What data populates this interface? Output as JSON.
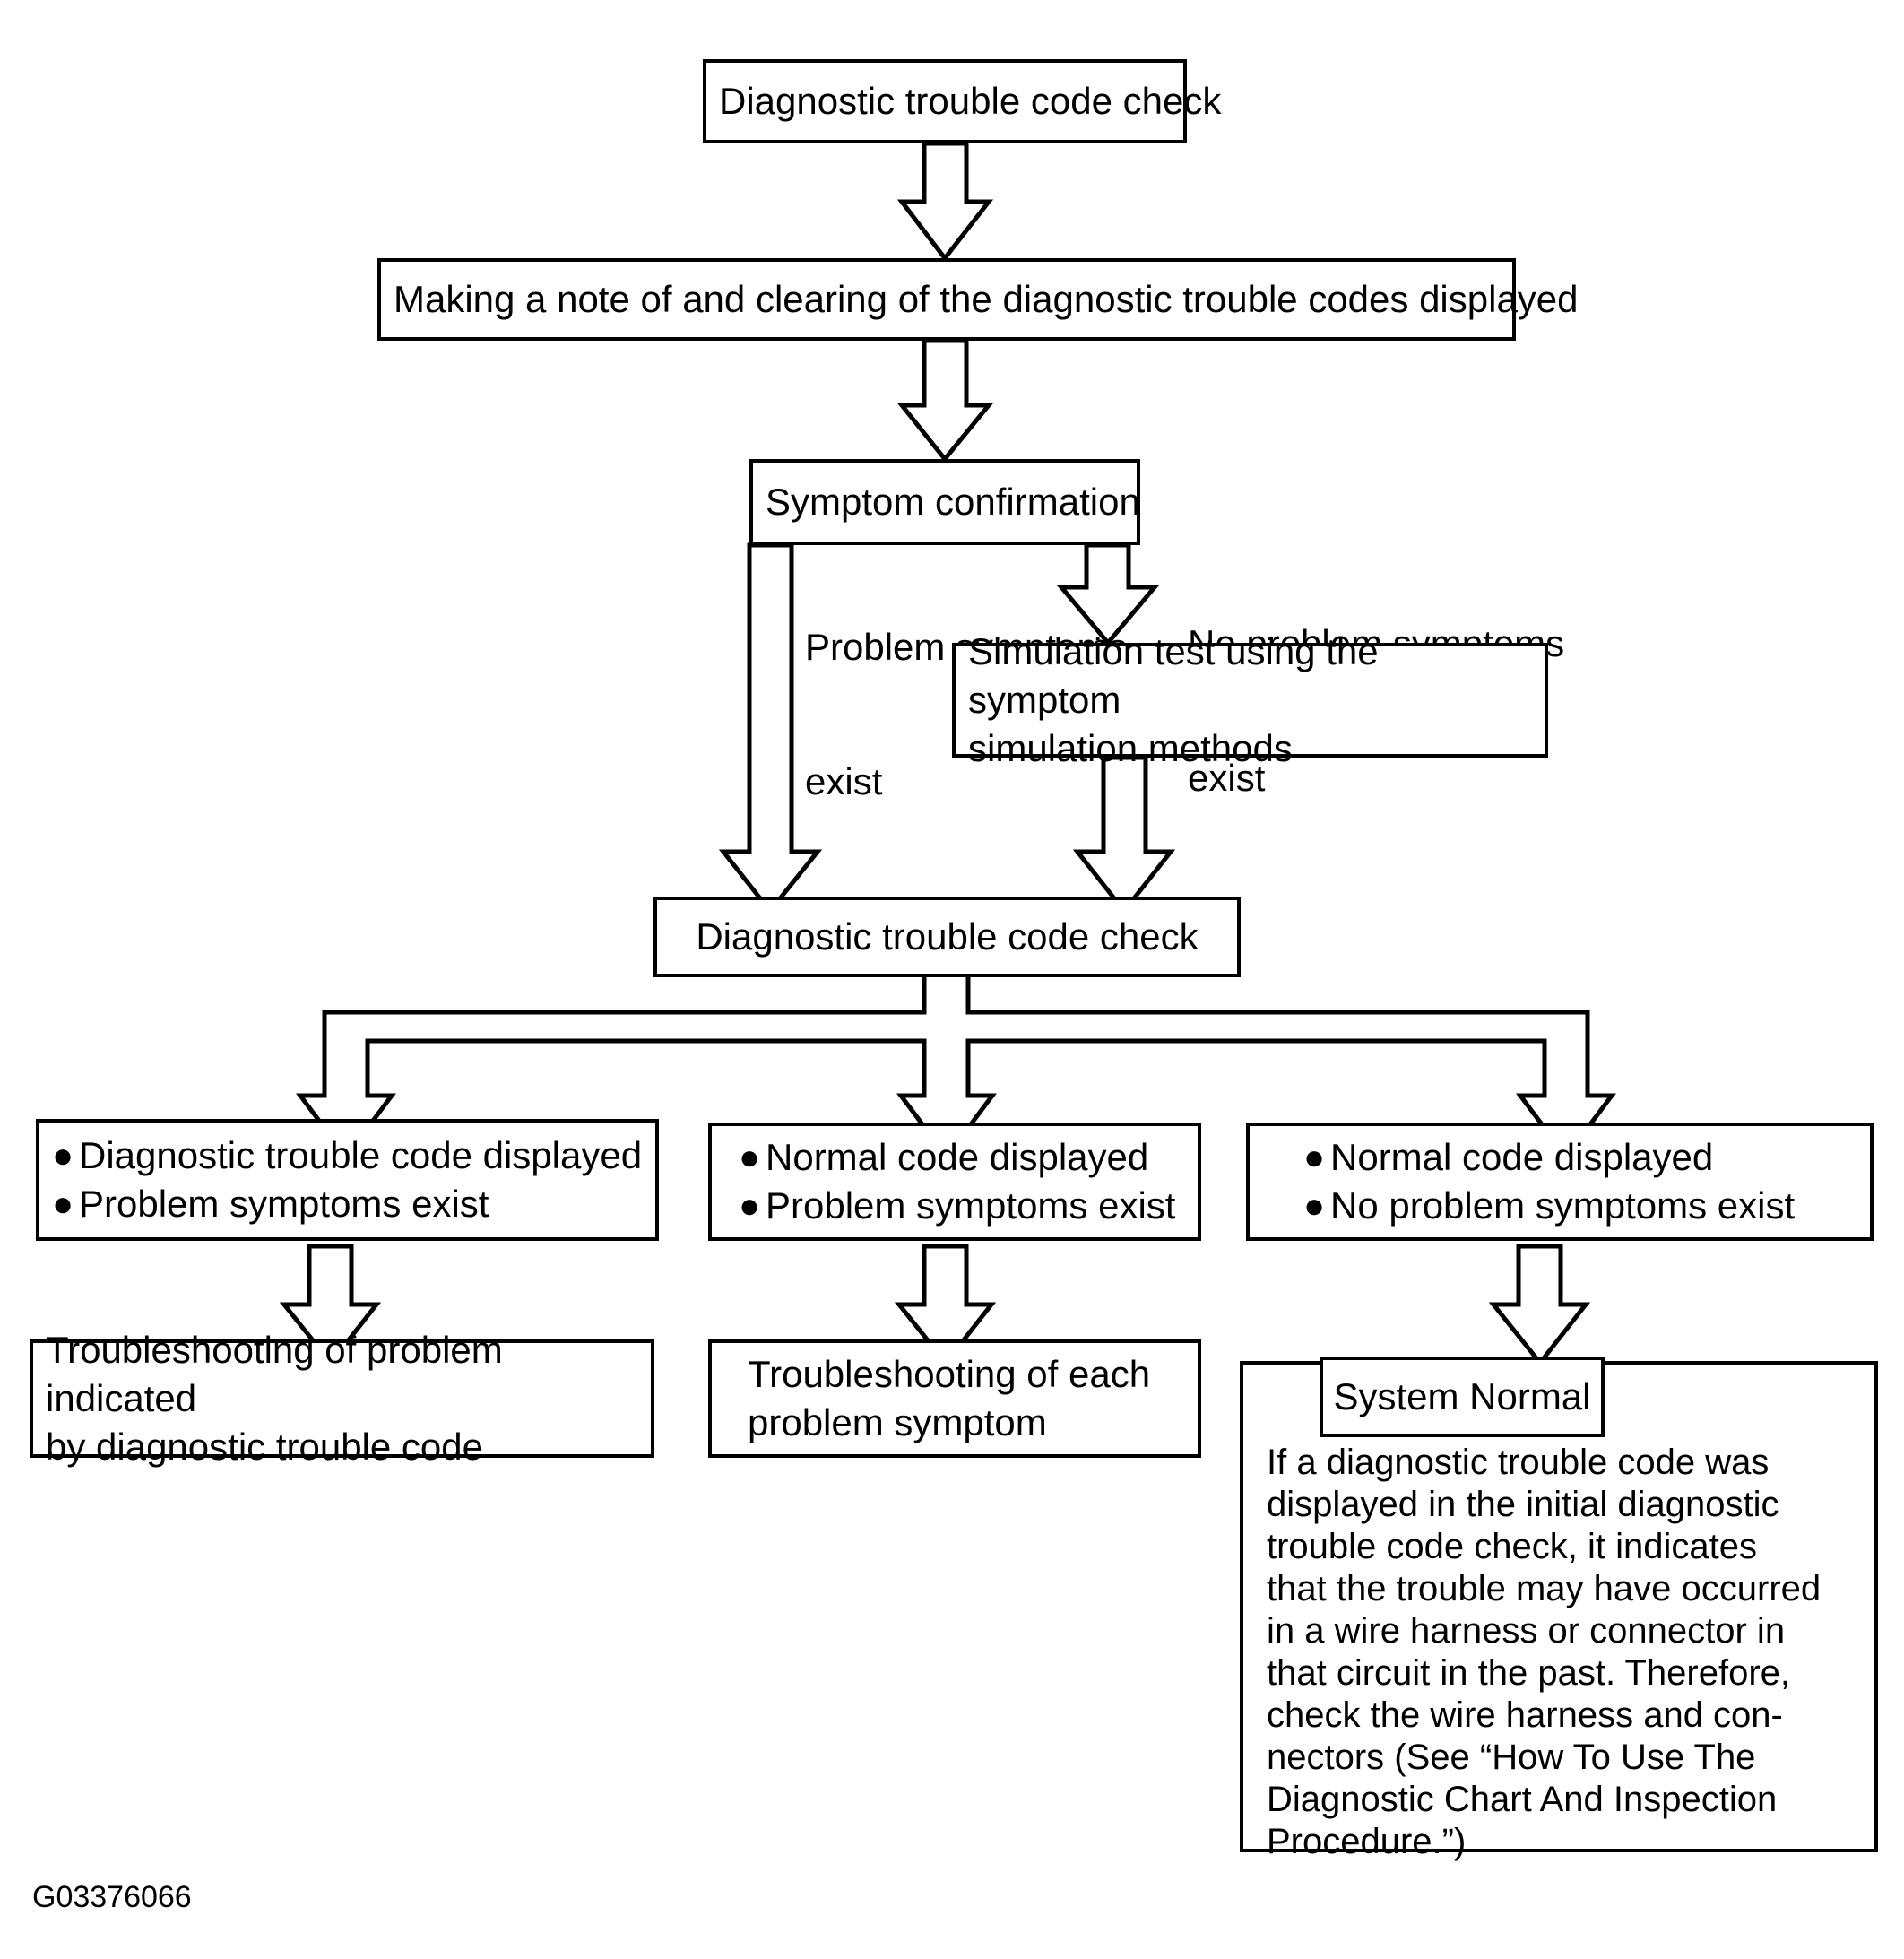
{
  "diagram": {
    "footer_code": "G03376066",
    "nodes": {
      "dtc_check_top": "Diagnostic trouble code check",
      "making_note": "Making a note of and clearing of the diagnostic trouble codes displayed",
      "symptom_confirmation": "Symptom confirmation",
      "simulation_test_line1": "Simulation test using the symptom",
      "simulation_test_line2": "simulation methods",
      "dtc_check_second": "Diagnostic trouble code check",
      "result_left_b1": "Diagnostic trouble code displayed",
      "result_left_b2": "Problem symptoms exist",
      "result_mid_b1": "Normal code displayed",
      "result_mid_b2": "Problem symptoms exist",
      "result_right_b1": "Normal code displayed",
      "result_right_b2": "No problem symptoms exist",
      "action_left_line1": "Troubleshooting of problem indicated",
      "action_left_line2": "by diagnostic trouble code",
      "action_mid_line1": "Troubleshooting of each",
      "action_mid_line2": "problem symptom",
      "system_normal": "System Normal"
    },
    "branch_labels": {
      "left_line1": "Problem symptoms",
      "left_line2": "exist",
      "right_line1": "No problem symptoms",
      "right_line2": "exist"
    },
    "note": {
      "lines": [
        "If a diagnostic trouble code was",
        "displayed in the initial diagnostic",
        "trouble code check, it indicates",
        "that the trouble may have occurred",
        "in a wire harness or connector in",
        "that circuit in the past. Therefore,",
        "check the wire harness and con-",
        "nectors (See “How To Use The",
        "Diagnostic Chart And Inspection",
        "Procedure.”)"
      ]
    },
    "bullet_glyph": "●",
    "colors": {
      "ink": "#000000",
      "paper": "#ffffff"
    }
  }
}
